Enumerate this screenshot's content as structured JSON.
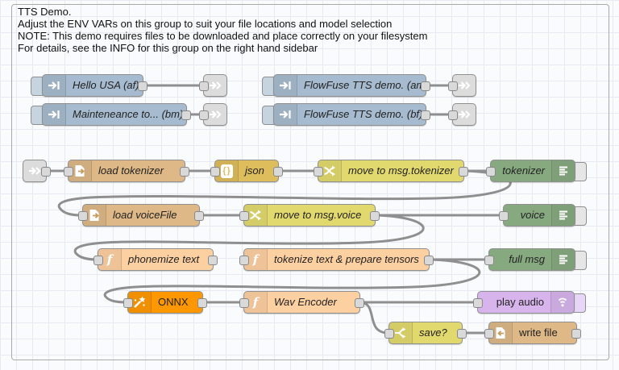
{
  "header": {
    "line1": "TTS Demo.",
    "line2": "Adjust the ENV VARs on this group to suit your file locations and model selection",
    "line3": "NOTE: This demo requires files to be downloaded and place correctly on your filesystem",
    "line4": "For details, see the INFO for this group on the right hand sidebar"
  },
  "nodes": {
    "inject_hello": {
      "label": "Hello USA (af)"
    },
    "inject_flowfuse_am": {
      "label": "FlowFuse TTS demo. (am)"
    },
    "inject_maintenance": {
      "label": "Mainteneance to... (bm)"
    },
    "inject_flowfuse_bf": {
      "label": "FlowFuse TTS demo. (bf)"
    },
    "load_tokenizer": {
      "label": "load tokenizer"
    },
    "json": {
      "label": "json"
    },
    "move_tokenizer": {
      "label": "move to msg.tokenizer"
    },
    "debug_tokenizer": {
      "label": "tokenizer"
    },
    "load_voicefile": {
      "label": "load voiceFile"
    },
    "move_voice": {
      "label": "move to msg.voice"
    },
    "debug_voice": {
      "label": "voice"
    },
    "phonemize": {
      "label": "phonemize text"
    },
    "tokenize_tensors": {
      "label": "tokenize text & prepare tensors"
    },
    "debug_fullmsg": {
      "label": "full msg"
    },
    "onnx": {
      "label": "ONNX"
    },
    "wav_encoder": {
      "label": "Wav Encoder"
    },
    "play_audio": {
      "label": "play audio"
    },
    "save": {
      "label": "save?"
    },
    "write_file": {
      "label": "write file"
    }
  },
  "icons": {
    "inject": "arrow-in-icon",
    "link": "link-arrow-icon",
    "file_in": "file-export-icon",
    "file_out": "file-import-icon",
    "json": "braces-icon",
    "change": "shuffle-icon",
    "switch": "fork-icon",
    "function": "function-f-icon",
    "debug": "list-lines-icon",
    "onnx": "magic-wand-icon",
    "audio": "speaker-waves-icon"
  },
  "colors": {
    "inject": "#a6bbcf",
    "file": "#deb887",
    "json": "#debd5c",
    "change": "#e2d96e",
    "switch": "#e2d96e",
    "function": "#fdd0a2",
    "debug": "#87a980",
    "onnx": "#ff9800",
    "audio": "#d7b5ec",
    "link": "#dcdcdc",
    "wire": "#8f8f8f"
  }
}
